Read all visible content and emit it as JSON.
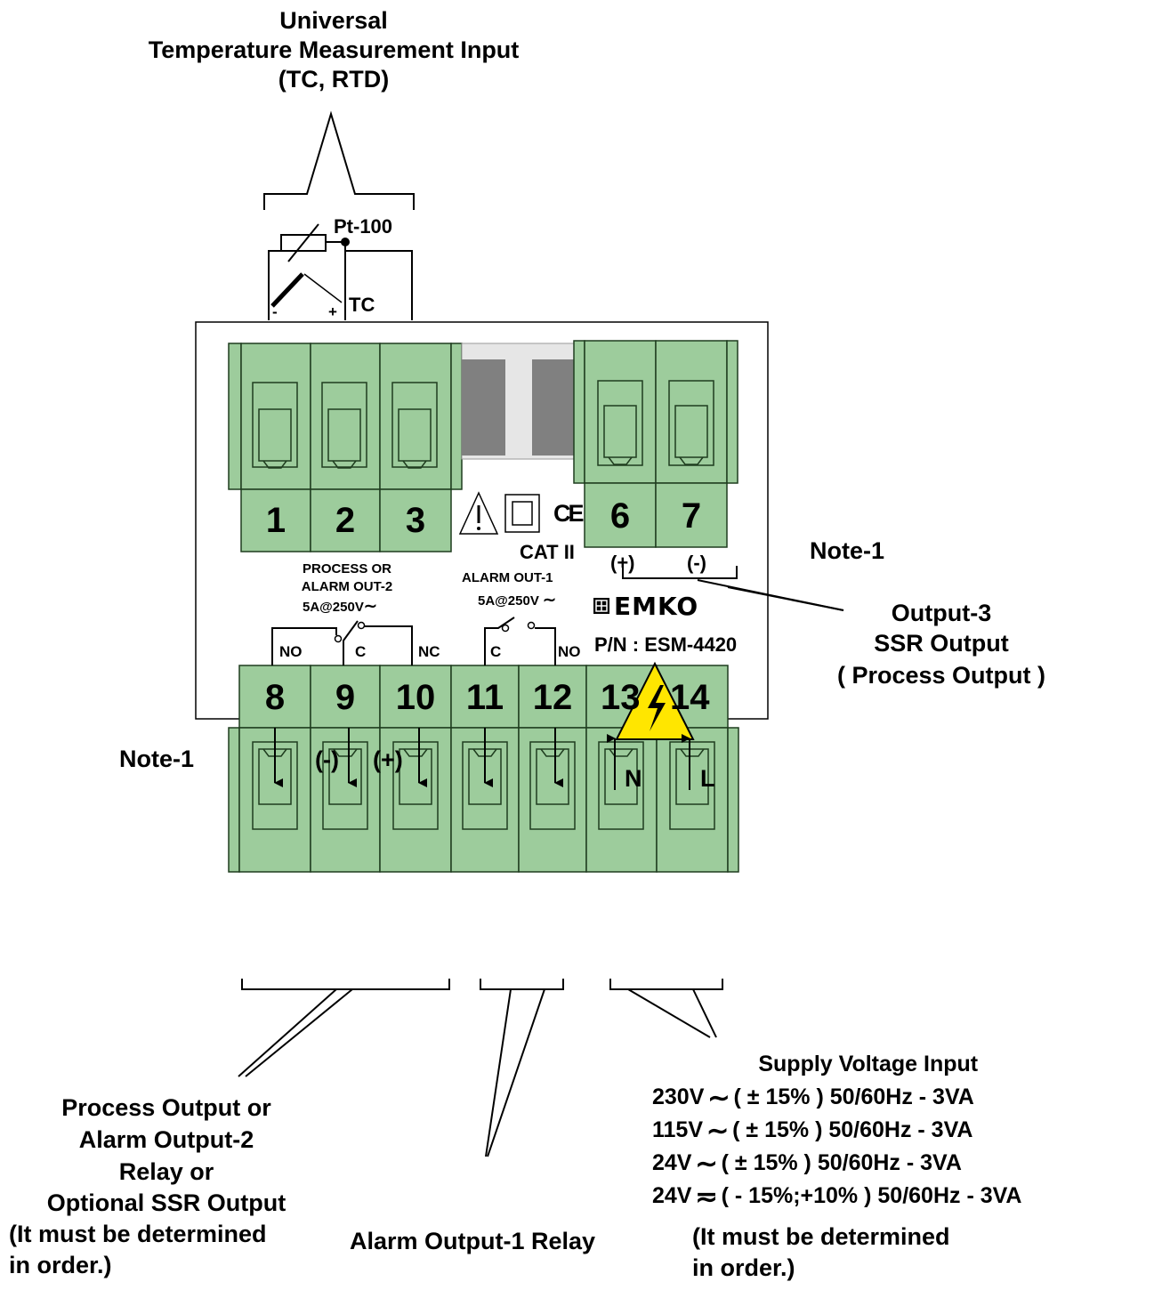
{
  "top_input": {
    "line1": "Universal",
    "line2": "Temperature Measurement Input",
    "line3": "(TC, RTD)",
    "pt100": "Pt-100",
    "tc": "TC",
    "tc_minus": "-",
    "tc_plus": "+"
  },
  "terminals": {
    "top": [
      "1",
      "2",
      "3",
      "6",
      "7"
    ],
    "bottom": [
      "8",
      "9",
      "10",
      "11",
      "12",
      "13",
      "14"
    ]
  },
  "markings": {
    "cat": "CAT II",
    "ce": "CE",
    "brand": "EMKO",
    "part_number": "P/N : ESM-4420",
    "output3_polarity_plus": "(+)",
    "output3_polarity_minus": "(-)"
  },
  "relay_out2": {
    "line1": "PROCESS OR",
    "line2": "ALARM OUT-2",
    "line3": "5A@250V",
    "no": "NO",
    "c": "C",
    "nc": "NC"
  },
  "relay_out1": {
    "line1": "ALARM OUT-1",
    "line2": "5A@250V",
    "c": "C",
    "no": "NO"
  },
  "notes": {
    "right": "Note-1",
    "left": "Note-1"
  },
  "output3": {
    "line1": "Output-3",
    "line2": "SSR Output",
    "line3": "( Process Output )"
  },
  "bottom_signals": {
    "minus": "(-)",
    "plus": "(+)",
    "n": "N",
    "l": "L"
  },
  "process_output": {
    "line1": "Process Output or",
    "line2": "Alarm Output-2",
    "line3": "Relay or",
    "line4": "Optional SSR Output",
    "line5": "(It must be determined",
    "line6": "in order.)"
  },
  "alarm_output1": {
    "label": "Alarm Output-1 Relay"
  },
  "supply": {
    "title": "Supply Voltage Input",
    "rows": [
      {
        "voltage": "230V",
        "spec": "( ± 15% ) 50/60Hz  - 3VA",
        "symbol": "ac-icon"
      },
      {
        "voltage": "115V",
        "spec": "( ± 15% ) 50/60Hz - 3VA",
        "symbol": "ac-icon"
      },
      {
        "voltage": "24V",
        "spec": "( ± 15% ) 50/60Hz - 3VA",
        "symbol": "ac-icon"
      },
      {
        "voltage": "24V",
        "spec": "( - 15%;+10% ) 50/60Hz - 3VA",
        "symbol": "ac-dc-icon"
      }
    ],
    "note1": "(It must be determined",
    "note2": "in order.)"
  },
  "colors": {
    "terminal_fill": "#9dcc9c",
    "terminal_stroke": "#1f3d1f",
    "transformer": "#808080",
    "warning": "#ffe600"
  }
}
